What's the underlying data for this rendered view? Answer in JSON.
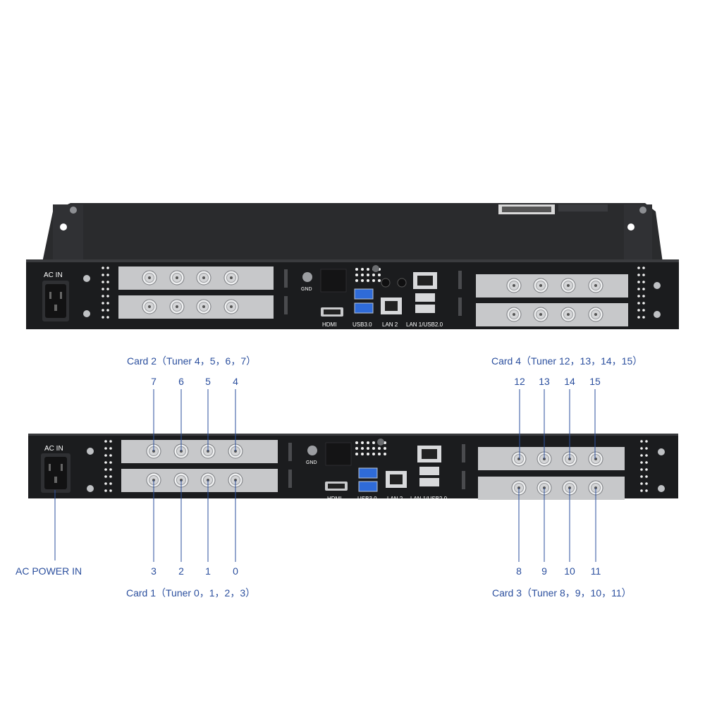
{
  "panel_labels": {
    "ac_in": "AC IN",
    "gnd": "GND",
    "hdmi": "HDMI",
    "usb30": "USB3.0",
    "lan2": "LAN 2",
    "lan1_usb20": "LAN 1/USB2.0"
  },
  "callouts": {
    "card2": "Card 2（Tuner 4，5，6，7）",
    "card4": "Card 4（Tuner 12，13，14，15）",
    "card1": "Card 1（Tuner 0，1，2，3）",
    "card3": "Card 3（Tuner 8，9，10，11）",
    "ac_power_in": "AC POWER IN",
    "tuners_card2": [
      "7",
      "6",
      "5",
      "4"
    ],
    "tuners_card1": [
      "3",
      "2",
      "1",
      "0"
    ],
    "tuners_card4": [
      "12",
      "13",
      "14",
      "15"
    ],
    "tuners_card3": [
      "8",
      "9",
      "10",
      "11"
    ]
  },
  "colors": {
    "chassis": "#1b1c1e",
    "chassis_top": "#2a2b2d",
    "faceplate": "#c7c8ca",
    "connector": "#e3e4e6",
    "usb3_blue": "#2f6bd8",
    "label_blue": "#2b4f9e"
  }
}
